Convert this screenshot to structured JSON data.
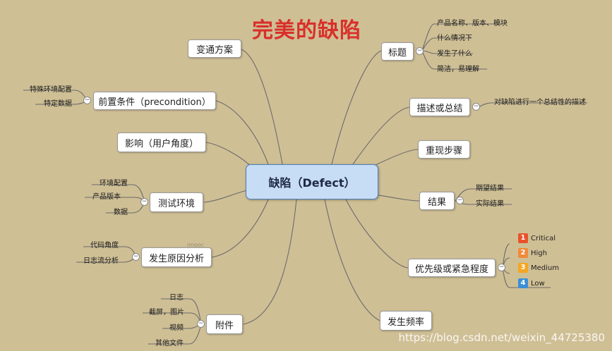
{
  "title": "完美的缺陷",
  "center": "缺陷（Defect）",
  "right": {
    "title_node": "标题",
    "title_leaves": [
      "产品名称、版本、模块",
      "什么情况下",
      "发生了什么",
      "简洁，易理解"
    ],
    "desc_node": "描述或总结",
    "desc_leaf": "对缺陷进行一个总结性的描述",
    "steps_node": "重现步骤",
    "result_node": "结果",
    "result_leaves": [
      "期望结果",
      "实际结果"
    ],
    "priority_node": "优先级或紧急程度",
    "priorities": [
      {
        "num": "1",
        "label": "Critical",
        "color": "#e8522a"
      },
      {
        "num": "2",
        "label": "High",
        "color": "#f08a3a"
      },
      {
        "num": "3",
        "label": "Medium",
        "color": "#f5a623"
      },
      {
        "num": "4",
        "label": "Low",
        "color": "#3a8fd8"
      }
    ],
    "freq_node": "发生频率"
  },
  "left": {
    "workaround_node": "变通方案",
    "precondition_node": "前置条件（precondition）",
    "precondition_leaves": [
      "特殊环境配置",
      "特定数据"
    ],
    "impact_node": "影响（用户角度）",
    "env_node": "测试环境",
    "env_leaves": [
      "环境配置",
      "产品版本",
      "数据"
    ],
    "cause_node": "发生原因分析",
    "cause_leaves": [
      "代码角度",
      "日志流分析"
    ],
    "attach_node": "附件",
    "attach_leaves": [
      "日志",
      "截屏，图片",
      "视频",
      "其他文件"
    ]
  },
  "faint_label": "imooc",
  "watermark": "https://blog.csdn.net/weixin_44725380"
}
